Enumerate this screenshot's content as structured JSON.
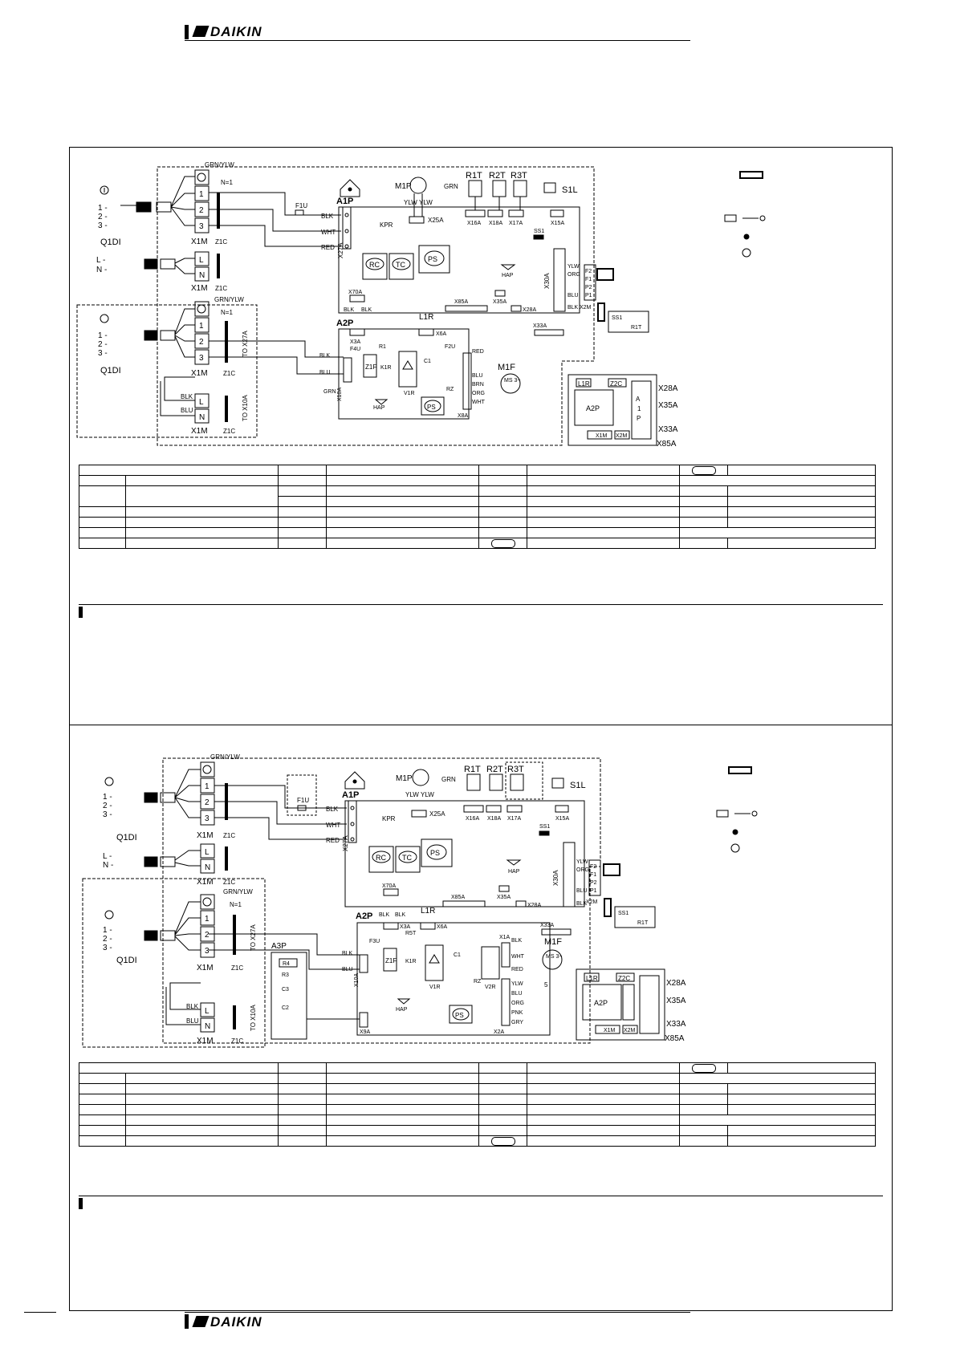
{
  "header": {
    "brand": "DAIKIN"
  },
  "footer": {
    "brand": "DAIKIN"
  },
  "diagram_top": {
    "labels": {
      "grn_ylw": "GRN/YLW",
      "n1": "N=1",
      "t1": "1",
      "t2": "2",
      "t3": "3",
      "tL": "L",
      "tN": "N",
      "x1m": "X1M",
      "z1c": "Z1C",
      "q1di": "Q1DI",
      "f1u": "F1U",
      "a1p": "A1P",
      "m1p": "M1P",
      "ylw": "YLW",
      "grn": "GRN",
      "r1t": "R1T",
      "r2t": "R2T",
      "r3t": "R3T",
      "s1l": "S1L",
      "x16a": "X16A",
      "x18a": "X18A",
      "x17a": "X17A",
      "x15a": "X15A",
      "x25a": "X25A",
      "kpr": "KPR",
      "blk": "BLK",
      "wht": "WHT",
      "red": "RED",
      "x27a": "X27A",
      "ss1": "SS1",
      "rc": "RC",
      "tc": "TC",
      "ps": "PS",
      "hap": "HAP",
      "x30a": "X30A",
      "org": "ORG",
      "blu": "BLU",
      "x2m": "X2M",
      "f2": "F2",
      "f1": "F1",
      "p2": "P2",
      "p1": "P1",
      "x70a": "X70A",
      "x85a": "X85A",
      "x35a": "X35A",
      "x28a": "X28A",
      "x33a": "X33A",
      "l1r": "L1R",
      "a2p": "A2P",
      "x3a": "X3A",
      "x6a": "X6A",
      "f4u": "F4U",
      "r1": "R1",
      "k1r": "K1R",
      "z1f": "Z1F",
      "c1": "C1",
      "f2u": "F2U",
      "v1r": "V1R",
      "rz": "RZ",
      "x10a": "X10A",
      "brn": "BRN",
      "x8a": "X8A",
      "m1f": "M1F",
      "ms": "MS 3~",
      "to_x27a": "TO X27A",
      "to_x10a": "TO X10A",
      "z2c": "Z2C"
    }
  },
  "diagram_bottom": {
    "labels": {
      "f3u": "F3U",
      "r5t": "R5T",
      "a3p": "A3P",
      "r4": "R4",
      "r3": "R3",
      "c3": "C3",
      "c2": "C2",
      "x9a": "X9A",
      "v2r": "V2R",
      "x1a": "X1A",
      "x2a": "X2A",
      "pnk": "PNK",
      "gry": "GRY",
      "m1f_pins": "5"
    }
  }
}
